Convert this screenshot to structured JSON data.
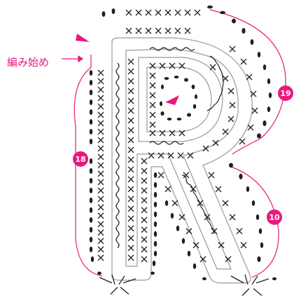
{
  "labels": {
    "start": "編み始め"
  },
  "badges": {
    "b18": "18",
    "b19": "19",
    "b10": "10"
  },
  "colors": {
    "accent": "#e8197d",
    "stitch": "#231f20"
  },
  "symbols": {
    "single_crochet": "×",
    "chain": "•"
  }
}
